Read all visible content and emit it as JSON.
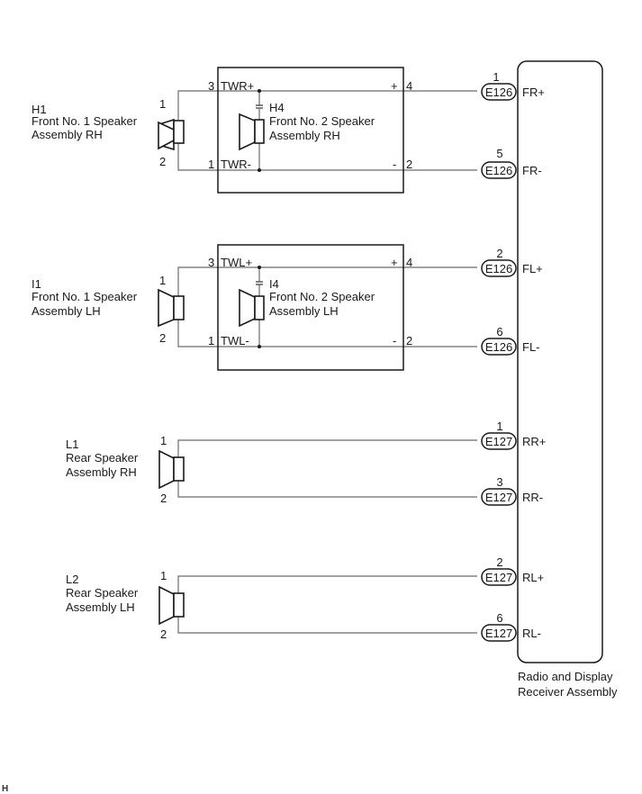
{
  "receiver": {
    "label_line1": "Radio and Display",
    "label_line2": "Receiver Assembly"
  },
  "front_rh": {
    "no1": {
      "code": "H1",
      "name_line1": "Front No. 1 Speaker",
      "name_line2": "Assembly RH",
      "pin_top": "1",
      "pin_bottom": "2"
    },
    "no2": {
      "code": "H4",
      "name_line1": "Front No. 2 Speaker",
      "name_line2": "Assembly RH"
    },
    "box_pins": {
      "in_plus_num": "3",
      "in_plus_label": "TWR+",
      "in_minus_num": "1",
      "in_minus_label": "TWR-",
      "out_plus_sign": "+",
      "out_plus_num": "4",
      "out_minus_sign": "-",
      "out_minus_num": "2"
    },
    "conn_plus": {
      "pin": "1",
      "connector": "E126",
      "signal": "FR+"
    },
    "conn_minus": {
      "pin": "5",
      "connector": "E126",
      "signal": "FR-"
    }
  },
  "front_lh": {
    "no1": {
      "code": "I1",
      "name_line1": "Front No. 1 Speaker",
      "name_line2": "Assembly LH",
      "pin_top": "1",
      "pin_bottom": "2"
    },
    "no2": {
      "code": "I4",
      "name_line1": "Front No. 2 Speaker",
      "name_line2": "Assembly LH"
    },
    "box_pins": {
      "in_plus_num": "3",
      "in_plus_label": "TWL+",
      "in_minus_num": "1",
      "in_minus_label": "TWL-",
      "out_plus_sign": "+",
      "out_plus_num": "4",
      "out_minus_sign": "-",
      "out_minus_num": "2"
    },
    "conn_plus": {
      "pin": "2",
      "connector": "E126",
      "signal": "FL+"
    },
    "conn_minus": {
      "pin": "6",
      "connector": "E126",
      "signal": "FL-"
    }
  },
  "rear_rh": {
    "code": "L1",
    "name_line1": "Rear Speaker",
    "name_line2": "Assembly RH",
    "pin_top": "1",
    "pin_bottom": "2",
    "conn_plus": {
      "pin": "1",
      "connector": "E127",
      "signal": "RR+"
    },
    "conn_minus": {
      "pin": "3",
      "connector": "E127",
      "signal": "RR-"
    }
  },
  "rear_lh": {
    "code": "L2",
    "name_line1": "Rear Speaker",
    "name_line2": "Assembly LH",
    "pin_top": "1",
    "pin_bottom": "2",
    "conn_plus": {
      "pin": "2",
      "connector": "E127",
      "signal": "RL+"
    },
    "conn_minus": {
      "pin": "6",
      "connector": "E127",
      "signal": "RL-"
    }
  },
  "footer_mark": "H"
}
